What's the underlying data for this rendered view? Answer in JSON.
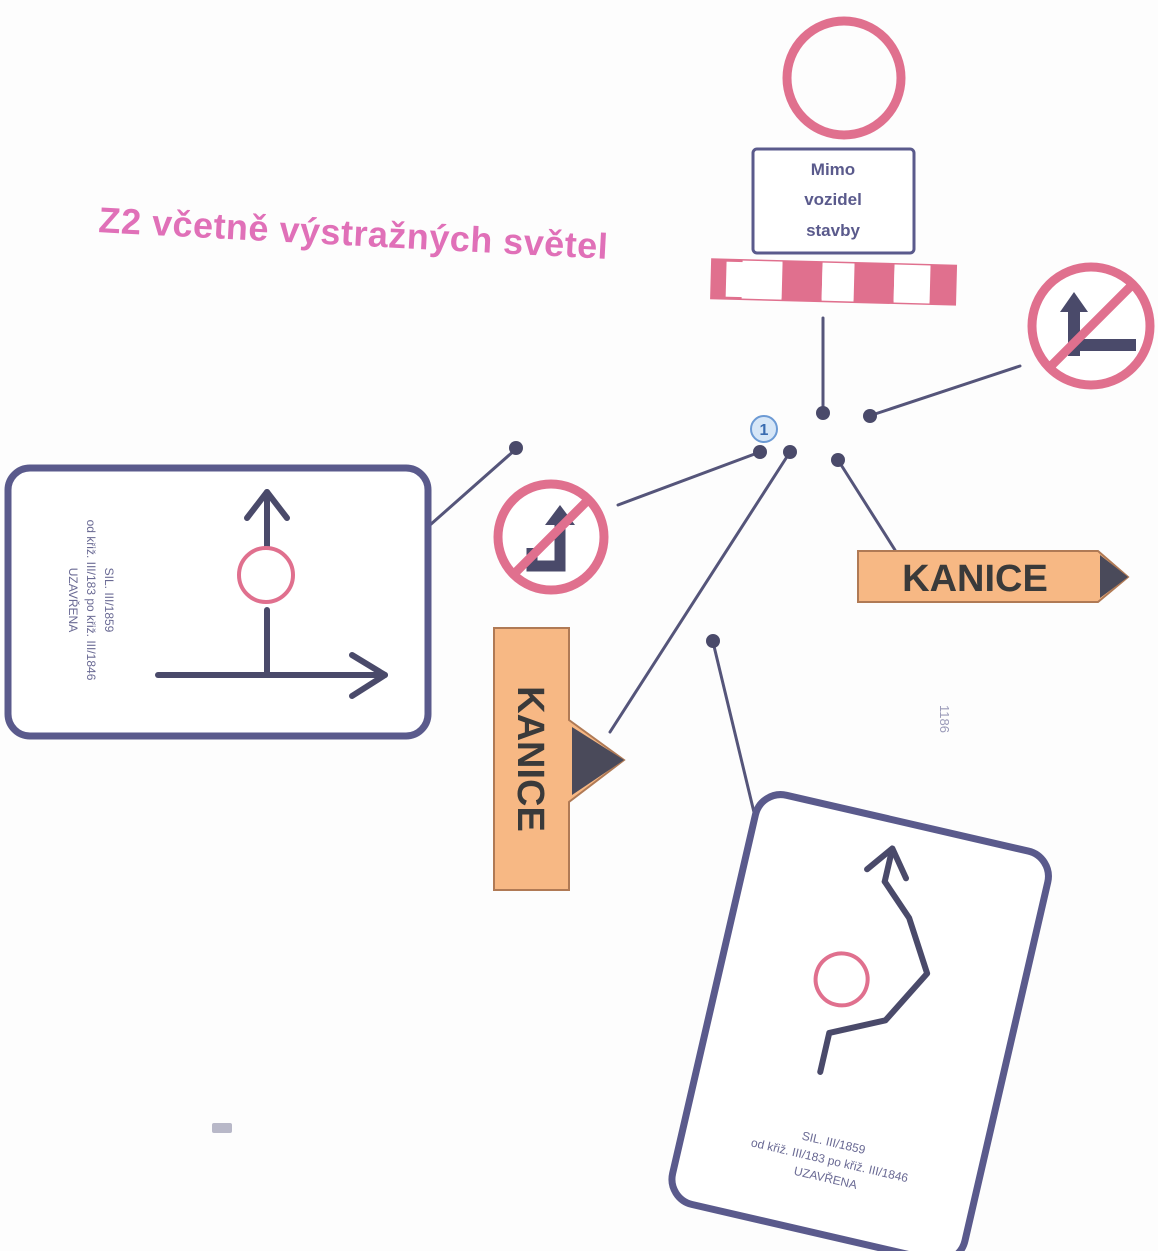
{
  "colors": {
    "sign_red": "#e0708e",
    "sign_blue": "#5a5a8c",
    "sign_orange": "#f7b884",
    "caption_pink": "#e070b8",
    "line": "#55557a"
  },
  "barrier_caption": "Z2 včetně výstražných světel",
  "supplementary_sign": {
    "lines": [
      "Mimo",
      "vozidel",
      "stavby"
    ]
  },
  "left_detour_sign": {
    "lines": [
      "SIL. III/1859",
      "od křiž. III/183 po křiž. III/1846",
      "UZAVŘENA"
    ]
  },
  "bottom_detour_sign": {
    "lines": [
      "SIL. III/1859",
      "od křiž. III/183 po křiž. III/1846",
      "UZAVŘENA"
    ]
  },
  "direction_sign_right": {
    "label": "KANICE"
  },
  "direction_sign_vertical": {
    "label": "KANICE"
  },
  "node_number": "1",
  "faint_label": "1186",
  "icons": [
    "no-vehicles-sign-icon",
    "no-straight-right-turn-sign-icon",
    "no-left-turn-sign-icon",
    "road-closed-circle-icon"
  ]
}
